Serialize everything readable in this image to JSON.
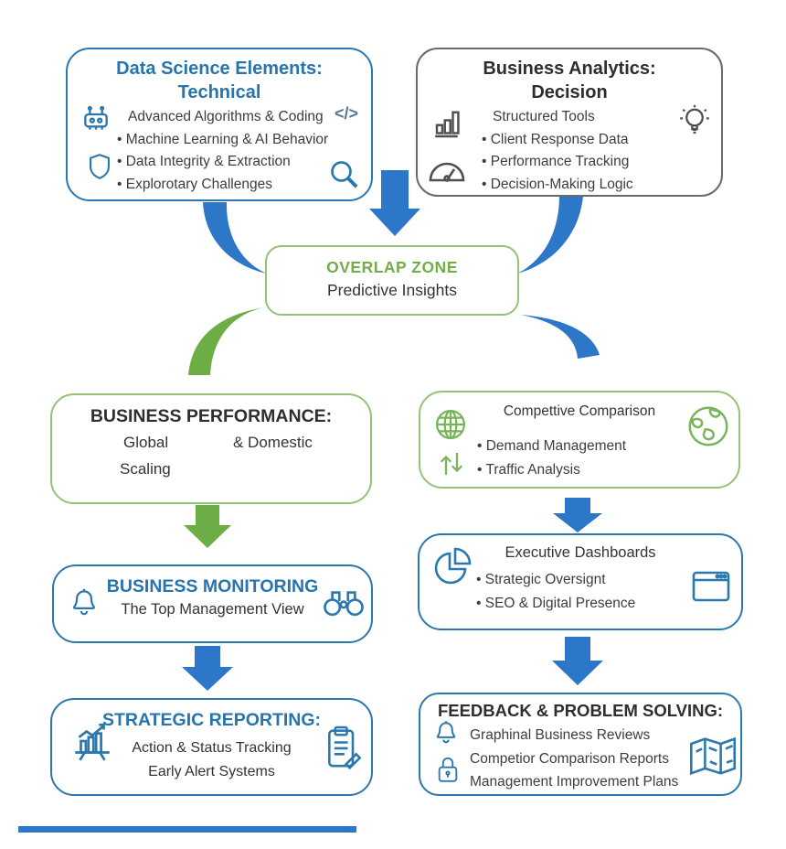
{
  "colors": {
    "blue_border": "#2b78ad",
    "blue_title": "#2774ae",
    "blue_arrow": "#2d77c9",
    "green_arrow": "#6cae45",
    "green_border": "#95c178",
    "green_title": "#74ad47",
    "gray_border": "#6a6a6a",
    "body_text": "#3d3d3d"
  },
  "boxes": {
    "data_science": {
      "title": "Data Science Elements:",
      "title2": "Technical",
      "lines": [
        "Advanced Algorithms & Coding",
        "• Machine Learning & AI Behavior",
        "• Data Integrity & Extraction",
        "• Explorotary Challenges"
      ],
      "code_glyph": "</>"
    },
    "business_analytics": {
      "title": "Business Analytics:",
      "title2": "Decision",
      "lines": [
        "Structured Tools",
        "• Client Response Data",
        "• Performance Tracking",
        "• Decision-Making Logic"
      ]
    },
    "overlap": {
      "title": "OVERLAP ZONE",
      "subtitle": "Predictive Insights"
    },
    "performance": {
      "title": "BUSINESS PERFORMANCE:",
      "left_top": "Global",
      "right": "& Domestic",
      "left_bottom": "Scaling"
    },
    "competitive": {
      "title": "Compettive Comparison",
      "lines": [
        "• Demand Management",
        "• Traffic Analysis"
      ]
    },
    "monitoring": {
      "title": "BUSINESS MONITORING",
      "subtitle": "The Top Management View"
    },
    "executive": {
      "title": "Executive Dashboards",
      "lines": [
        "• Strategic Oversignt",
        "• SEO & Digital Presence"
      ]
    },
    "strategic": {
      "title": "STRATEGIC REPORTING:",
      "lines": [
        "Action & Status Tracking",
        "Early Alert Systems"
      ]
    },
    "feedback": {
      "title": "FEEDBACK & PROBLEM SOLVING:",
      "lines": [
        "Graphinal Business Reviews",
        "Competior Comparison Reports",
        "Management Improvement Plans"
      ]
    }
  }
}
